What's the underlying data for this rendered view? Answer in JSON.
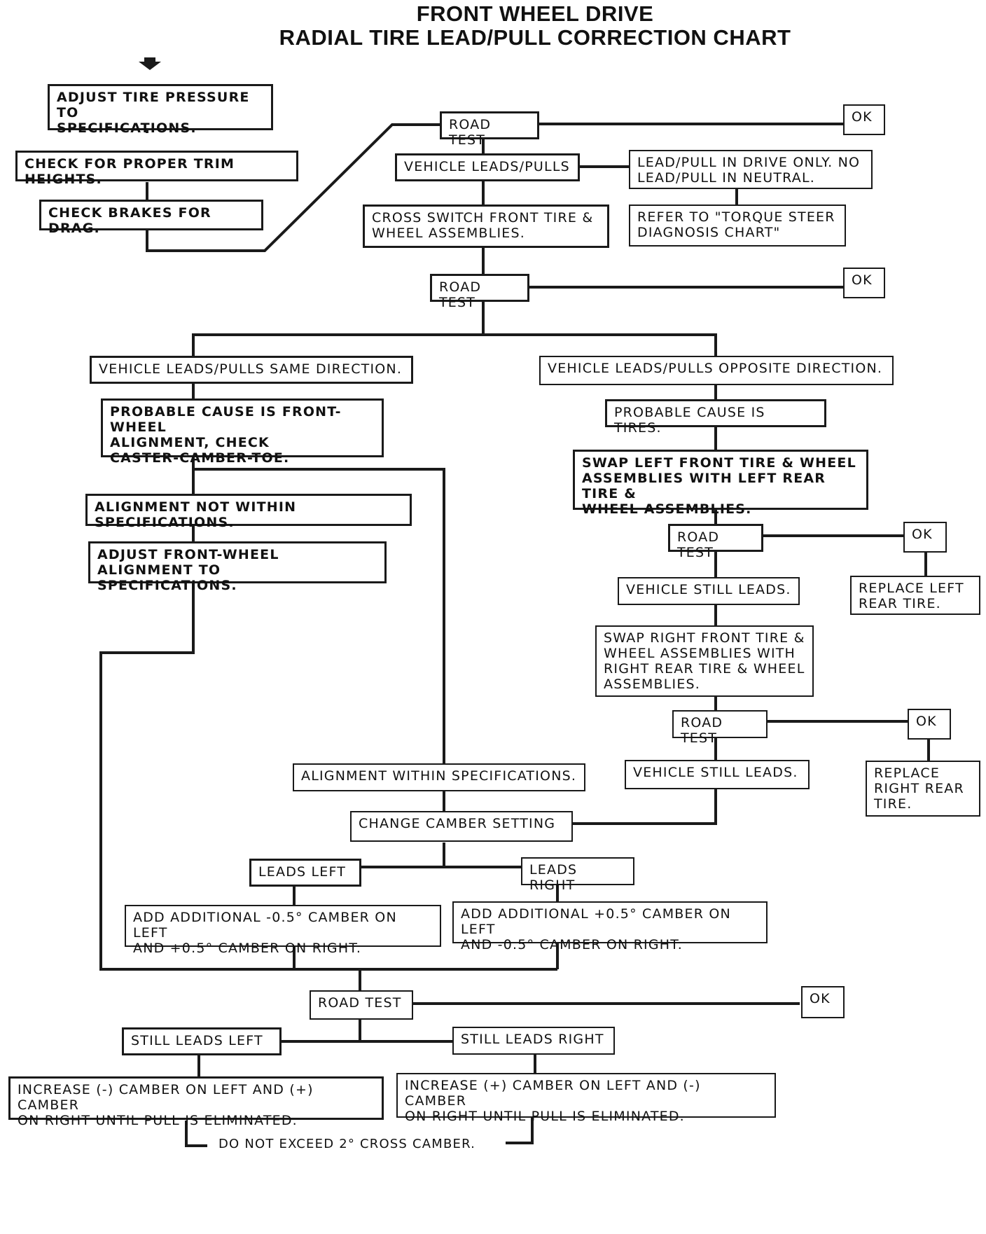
{
  "title_line1": "FRONT WHEEL DRIVE",
  "title_line2": "RADIAL TIRE LEAD/PULL CORRECTION CHART",
  "start_marker": "start-arrow-icon",
  "boxes": {
    "adjust_pressure": "ADJUST TIRE PRESSURE TO\nSPECIFICATIONS.",
    "check_trim": "CHECK FOR PROPER TRIM HEIGHTS.",
    "check_brakes": "CHECK BRAKES FOR DRAG.",
    "road_test_1": "ROAD TEST",
    "ok_1": "OK",
    "leads_pulls": "VEHICLE LEADS/PULLS",
    "drive_only": "LEAD/PULL IN DRIVE ONLY. NO\nLEAD/PULL IN NEUTRAL.",
    "torque_steer": "REFER TO \"TORQUE STEER\nDIAGNOSIS CHART\"",
    "cross_switch": "CROSS SWITCH FRONT TIRE &\nWHEEL ASSEMBLIES.",
    "road_test_2": "ROAD TEST",
    "ok_2": "OK",
    "same_direction": "VEHICLE LEADS/PULLS SAME DIRECTION.",
    "opposite_direction": "VEHICLE LEADS/PULLS OPPOSITE DIRECTION.",
    "probable_alignment": "PROBABLE CAUSE IS FRONT-WHEEL\nALIGNMENT, CHECK\nCASTER-CAMBER-TOE.",
    "probable_tires": "PROBABLE CAUSE IS TIRES.",
    "alignment_not_within": "ALIGNMENT NOT WITHIN SPECIFICATIONS.",
    "adjust_alignment": "ADJUST FRONT-WHEEL ALIGNMENT TO\nSPECIFICATIONS.",
    "swap_left": "SWAP LEFT FRONT TIRE & WHEEL\nASSEMBLIES WITH LEFT REAR TIRE &\nWHEEL ASSEMBLIES.",
    "road_test_3": "ROAD TEST",
    "ok_3": "OK",
    "still_leads_1": "VEHICLE STILL LEADS.",
    "replace_left_rear": "REPLACE LEFT\nREAR TIRE.",
    "swap_right": "SWAP RIGHT FRONT TIRE &\nWHEEL ASSEMBLIES WITH\nRIGHT REAR TIRE & WHEEL\nASSEMBLIES.",
    "road_test_4": "ROAD TEST",
    "ok_4": "OK",
    "still_leads_2": "VEHICLE STILL LEADS.",
    "replace_right_rear": "REPLACE\nRIGHT REAR\nTIRE.",
    "alignment_within": "ALIGNMENT WITHIN SPECIFICATIONS.",
    "change_camber": "CHANGE CAMBER SETTING",
    "leads_left": "LEADS LEFT",
    "leads_right": "LEADS RIGHT",
    "add_left": "ADD ADDITIONAL -0.5° CAMBER ON LEFT\nAND +0.5° CAMBER ON RIGHT.",
    "add_right": "ADD ADDITIONAL +0.5° CAMBER ON LEFT\nAND -0.5° CAMBER ON RIGHT.",
    "road_test_5": "ROAD TEST",
    "ok_5": "OK",
    "still_leads_left": "STILL LEADS LEFT",
    "still_leads_right": "STILL LEADS RIGHT",
    "increase_left": "INCREASE (-) CAMBER ON LEFT AND (+) CAMBER\nON RIGHT UNTIL PULL IS ELIMINATED.",
    "increase_right": "INCREASE (+) CAMBER ON LEFT AND (-) CAMBER\nON RIGHT UNTIL PULL IS ELIMINATED."
  },
  "note_cross_camber": "DO NOT EXCEED 2° CROSS CAMBER."
}
